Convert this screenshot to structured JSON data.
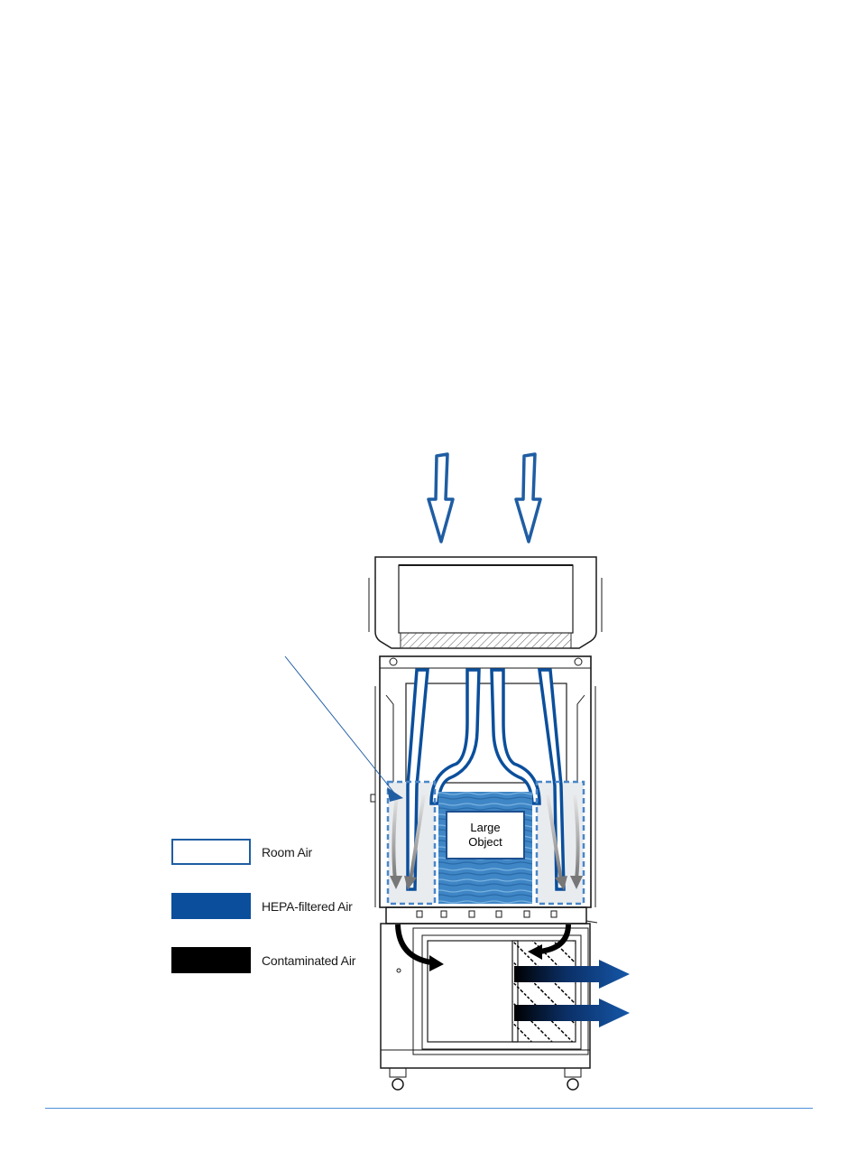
{
  "large_object": {
    "line1": "Large",
    "line2": "Object"
  },
  "legend": {
    "items": [
      {
        "label": "Room Air",
        "style": "outline",
        "color": "#1f5da3"
      },
      {
        "label": "HEPA-filtered Air",
        "style": "filled",
        "color": "#0b4f9c"
      },
      {
        "label": "Contaminated Air",
        "style": "filled",
        "color": "#000000"
      }
    ]
  },
  "colors": {
    "room_air": "#1f5da3",
    "hepa_air": "#0b4f9c",
    "contaminated_air": "#000000",
    "cabinet_line": "#1a1a1a",
    "downflow_zone": "#e9ecef",
    "dashed_zone": "#4a86c8",
    "footer_rule": "#4a90d9"
  }
}
